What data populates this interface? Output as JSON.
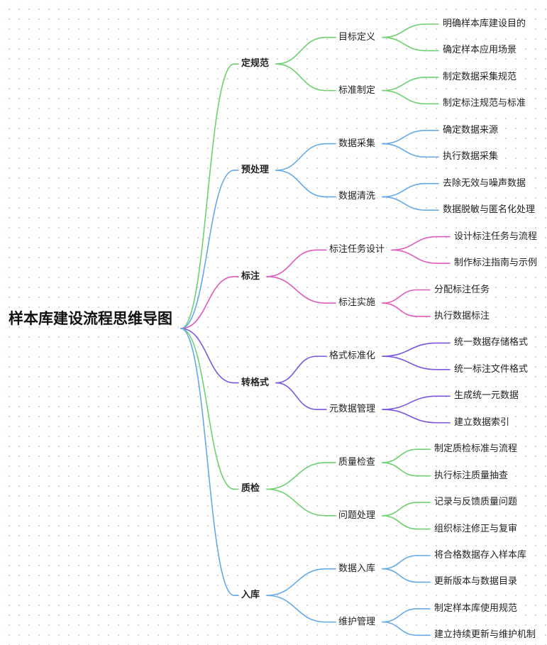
{
  "root": "样本库建设流程思维导图",
  "colors": {
    "green": "#6dd16f",
    "blue": "#64a9ea",
    "pink": "#e05bbd",
    "purple": "#7b57e0"
  },
  "branches": [
    {
      "label": "定规范",
      "color": "#6dd16f",
      "children": [
        {
          "label": "目标定义",
          "children": [
            "明确样本库建设目的",
            "确定样本应用场景"
          ]
        },
        {
          "label": "标准制定",
          "children": [
            "制定数据采集规范",
            "制定标注规范与标准"
          ]
        }
      ]
    },
    {
      "label": "预处理",
      "color": "#64a9ea",
      "children": [
        {
          "label": "数据采集",
          "children": [
            "确定数据来源",
            "执行数据采集"
          ]
        },
        {
          "label": "数据清洗",
          "children": [
            "去除无效与噪声数据",
            "数据脱敏与匿名化处理"
          ]
        }
      ]
    },
    {
      "label": "标注",
      "color": "#e05bbd",
      "children": [
        {
          "label": "标注任务设计",
          "children": [
            "设计标注任务与流程",
            "制作标注指南与示例"
          ]
        },
        {
          "label": "标注实施",
          "children": [
            "分配标注任务",
            "执行数据标注"
          ]
        }
      ]
    },
    {
      "label": "转格式",
      "color": "#7b57e0",
      "children": [
        {
          "label": "格式标准化",
          "children": [
            "统一数据存储格式",
            "统一标注文件格式"
          ]
        },
        {
          "label": "元数据管理",
          "children": [
            "生成统一元数据",
            "建立数据索引"
          ]
        }
      ]
    },
    {
      "label": "质检",
      "color": "#6dd16f",
      "children": [
        {
          "label": "质量检查",
          "children": [
            "制定质检标准与流程",
            "执行标注质量抽查"
          ]
        },
        {
          "label": "问题处理",
          "children": [
            "记录与反馈质量问题",
            "组织标注修正与复审"
          ]
        }
      ]
    },
    {
      "label": "入库",
      "color": "#64a9ea",
      "children": [
        {
          "label": "数据入库",
          "children": [
            "将合格数据存入样本库",
            "更新版本与数据目录"
          ]
        },
        {
          "label": "维护管理",
          "children": [
            "制定样本库使用规范",
            "建立持续更新与维护机制"
          ]
        }
      ]
    }
  ]
}
